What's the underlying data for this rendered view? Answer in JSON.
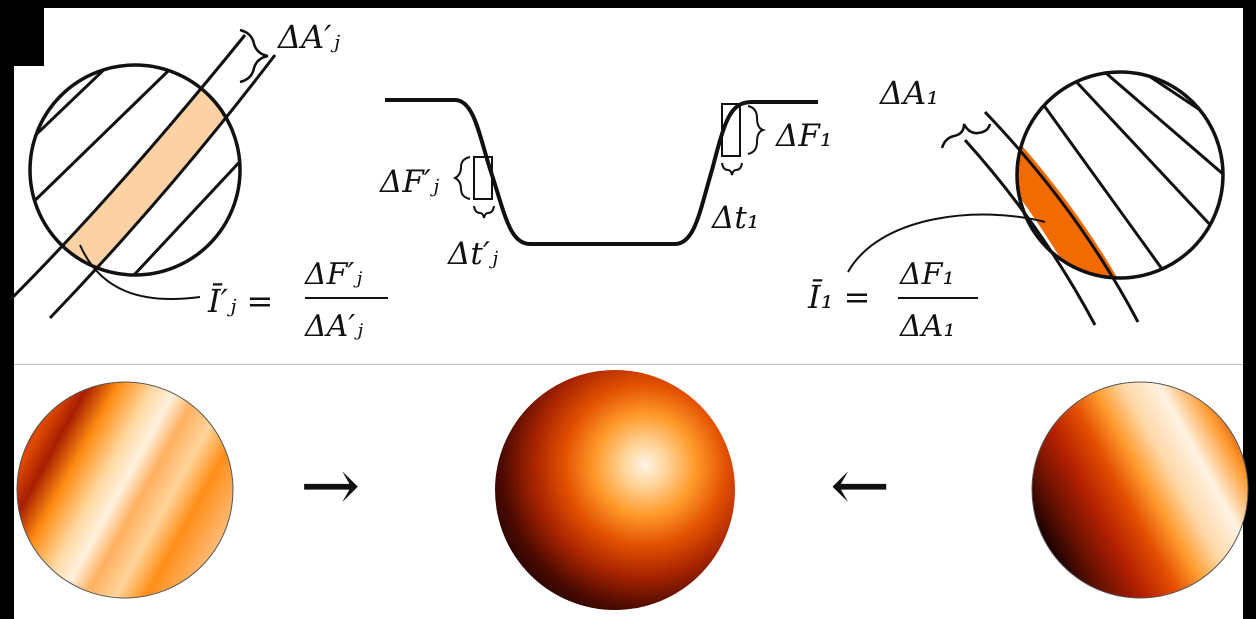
{
  "labels": {
    "delta_a_prime": "ΔA′ⱼ",
    "delta_f_prime": "ΔF′ⱼ",
    "delta_t_prime": "Δt′ⱼ",
    "delta_f1": "ΔF₁",
    "delta_t1": "Δt₁",
    "delta_a1": "ΔA₁",
    "eq_left_lhs": "Ī′ⱼ =",
    "eq_left_num": "ΔF′ⱼ",
    "eq_left_den": "ΔA′ⱼ",
    "eq_right_lhs": "Ī₁ =",
    "eq_right_num": "ΔF₁",
    "eq_right_den": "ΔA₁"
  },
  "arrows": {
    "left": "→",
    "right": "←"
  },
  "colors": {
    "light_strip": "#fcd2a4",
    "dark_strip": "#f26b00",
    "line": "#111111",
    "divider": "#bdbdbd"
  }
}
